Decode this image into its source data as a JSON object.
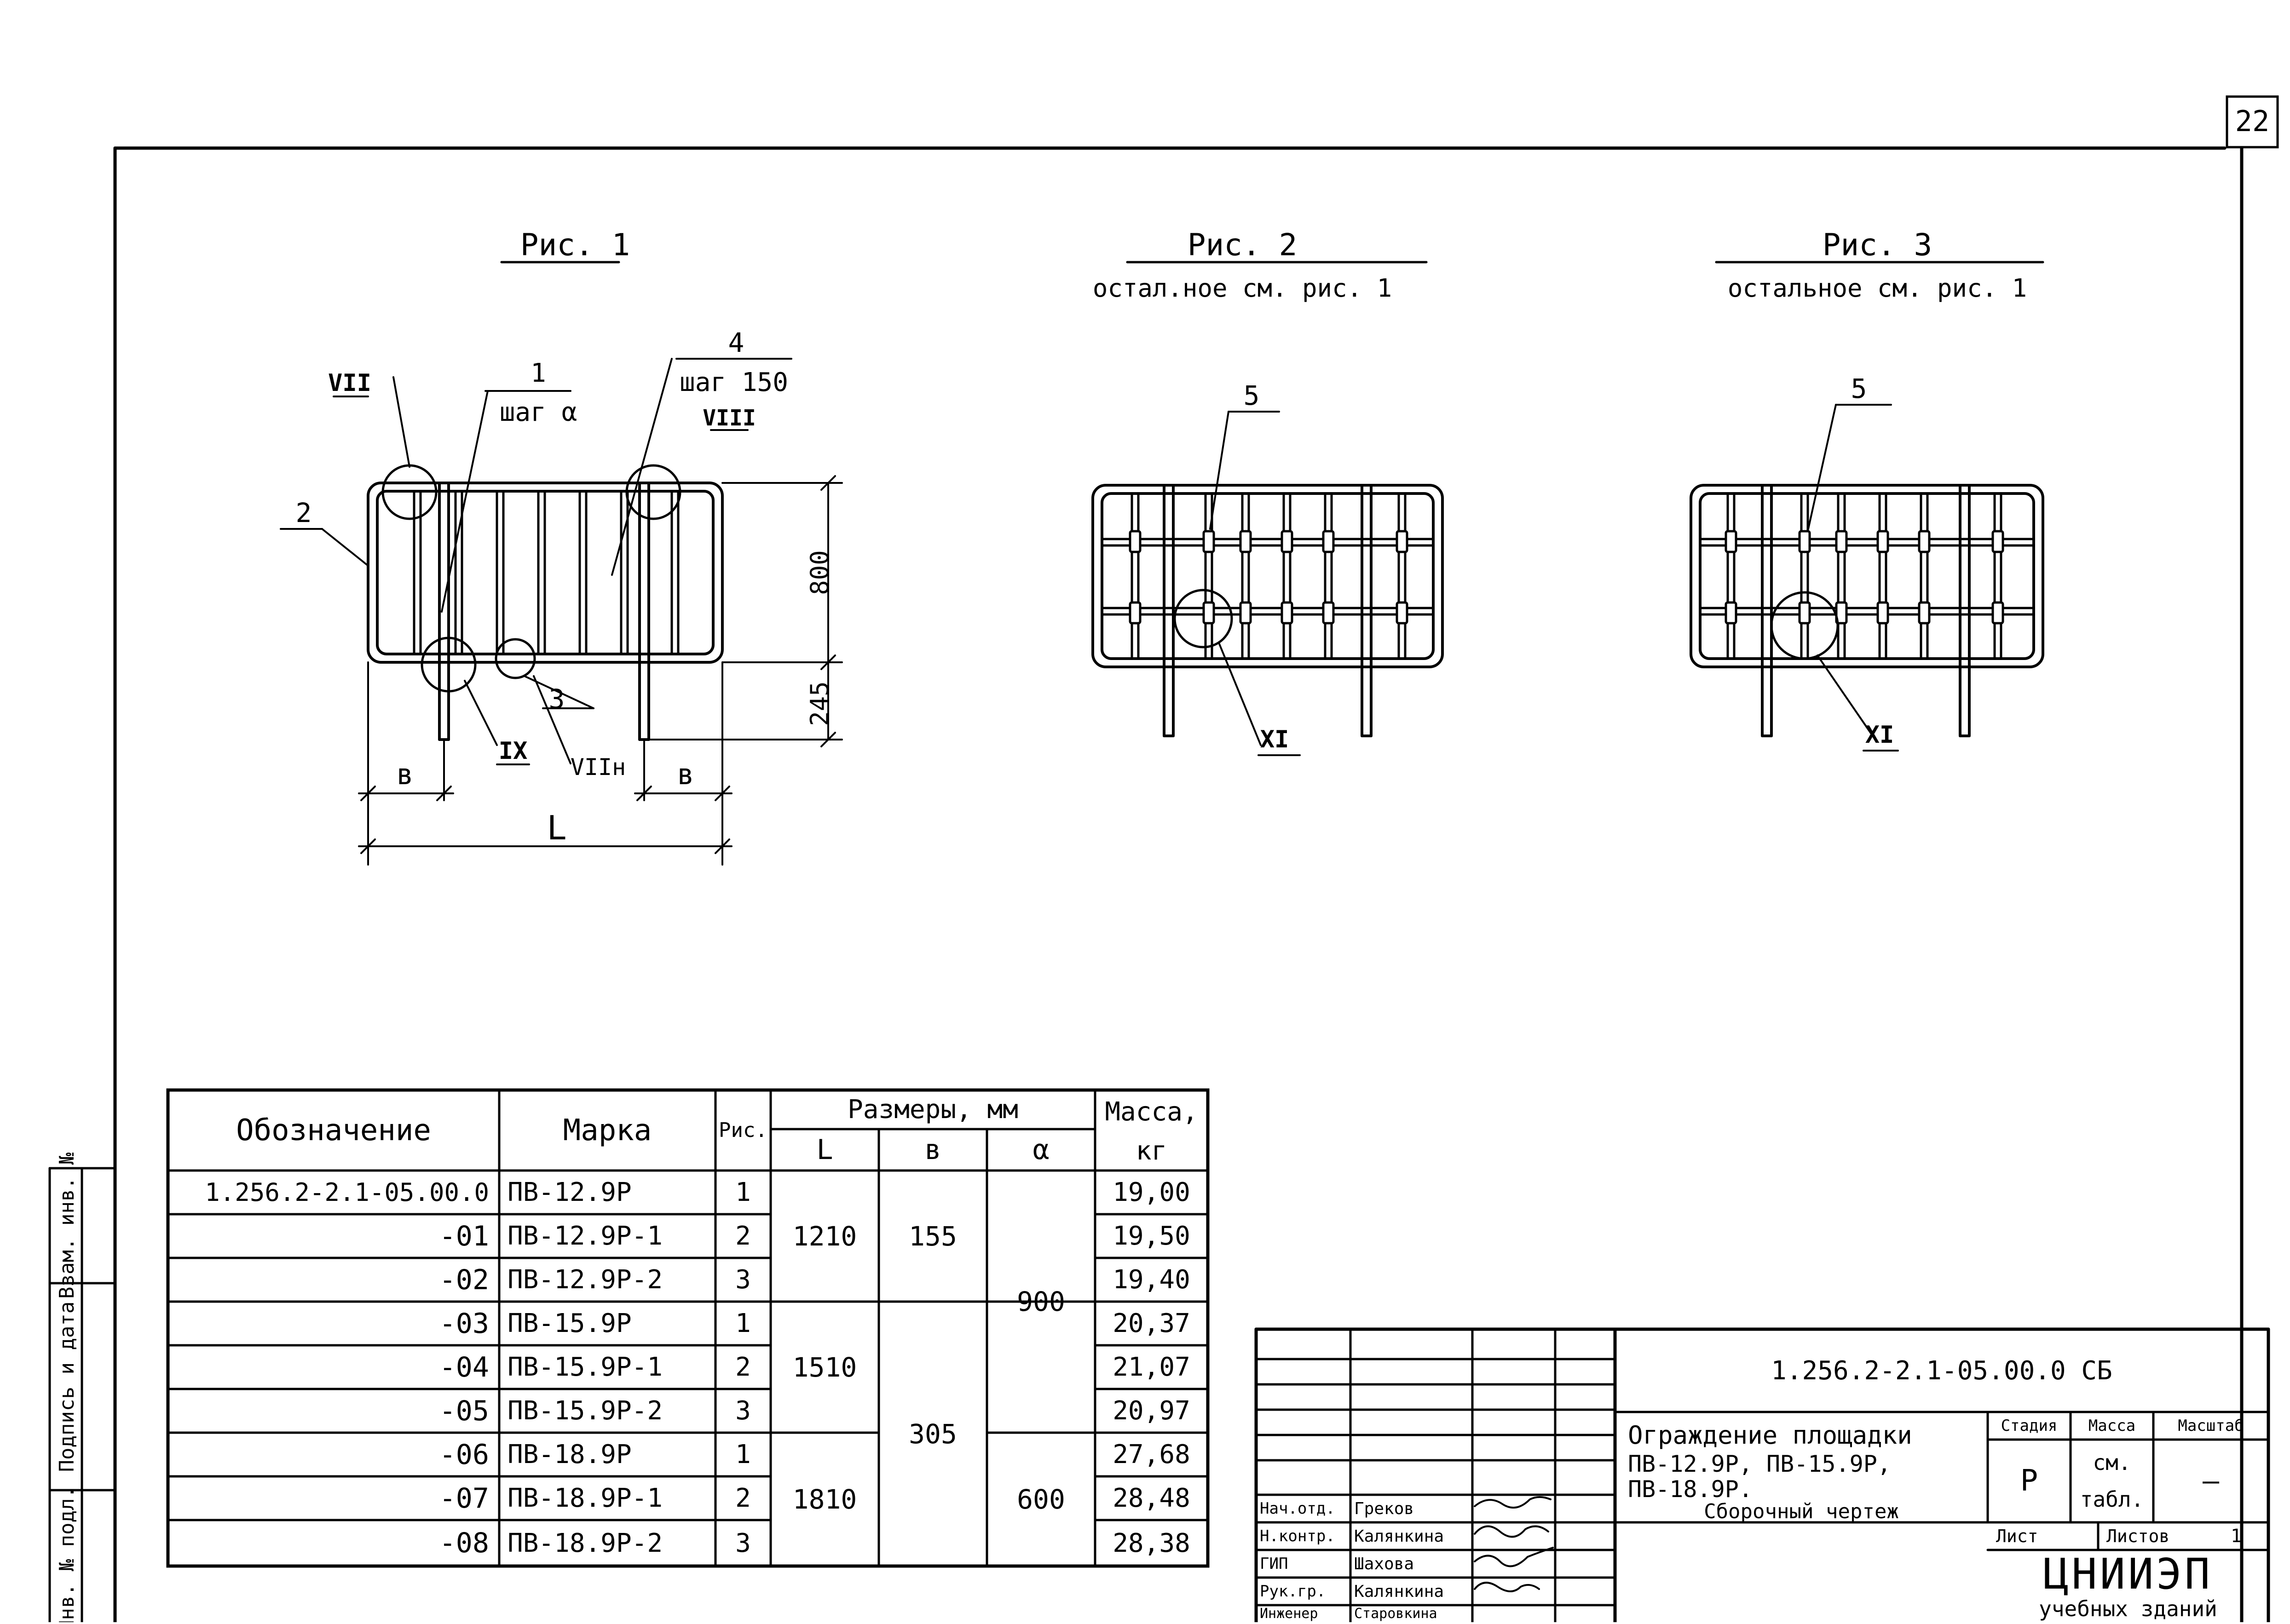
{
  "sheet_number": "22",
  "figures": {
    "fig1": {
      "title": "Рис. 1",
      "callouts": {
        "c1": "1",
        "c1_sub": "шаг α",
        "c2": "2",
        "c3": "3",
        "c4": "4",
        "c4_sub": "шаг 150",
        "vii": "VII",
        "viii": "VIII",
        "ix": "IX",
        "viih": "VIIн"
      },
      "dims": {
        "d800": "800",
        "d245": "245",
        "b_left": "в",
        "b_right": "в",
        "L": "L"
      }
    },
    "fig2": {
      "title": "Рис. 2",
      "subtitle": "остал.ное см. рис. 1",
      "callout5": "5",
      "callout_xi": "XI"
    },
    "fig3": {
      "title": "Рис. 3",
      "subtitle": "остальное см. рис. 1",
      "callout5": "5",
      "callout_xi": "XI"
    }
  },
  "spec_table": {
    "headers": {
      "designation": "Обозначение",
      "mark": "Марка",
      "fig": "Рис.",
      "sizes": "Размеры, мм",
      "L": "L",
      "b": "в",
      "a": "α",
      "mass": "Масса,",
      "mass_unit": "кг"
    },
    "rows": [
      {
        "designation": "1.256.2-2.1-05.00.0",
        "mark": "ПВ-12.9Р",
        "fig": "1",
        "mass": "19,00"
      },
      {
        "designation": "-01",
        "mark": "ПВ-12.9Р-1",
        "fig": "2",
        "mass": "19,50"
      },
      {
        "designation": "-02",
        "mark": "ПВ-12.9Р-2",
        "fig": "3",
        "mass": "19,40"
      },
      {
        "designation": "-03",
        "mark": "ПВ-15.9Р",
        "fig": "1",
        "mass": "20,37"
      },
      {
        "designation": "-04",
        "mark": "ПВ-15.9Р-1",
        "fig": "2",
        "mass": "21,07"
      },
      {
        "designation": "-05",
        "mark": "ПВ-15.9Р-2",
        "fig": "3",
        "mass": "20,97"
      },
      {
        "designation": "-06",
        "mark": "ПВ-18.9Р",
        "fig": "1",
        "mass": "27,68"
      },
      {
        "designation": "-07",
        "mark": "ПВ-18.9Р-1",
        "fig": "2",
        "mass": "28,48"
      },
      {
        "designation": "-08",
        "mark": "ПВ-18.9Р-2",
        "fig": "3",
        "mass": "28,38"
      }
    ],
    "merged": {
      "L_1": "1210",
      "L_2": "1510",
      "L_3": "1810",
      "b_1": "155",
      "b_2": "305",
      "a_1": "900",
      "a_2": "600"
    }
  },
  "side_stamp": {
    "a": "Инв. № подл.",
    "b": "Подпись и дата",
    "c": "Взам. инв. №"
  },
  "title_block": {
    "code": "1.256.2-2.1-05.00.0 СБ",
    "title_line1": "Ограждение площадки",
    "title_line2": "ПВ-12.9Р,  ПВ-15.9Р,",
    "title_line3": "ПВ-18.9Р.",
    "title_line4": "Сборочный чертеж",
    "stage_label": "Стадия",
    "mass_label": "Масса",
    "scale_label": "Масштаб",
    "stage_value": "Р",
    "mass_value_1": "см.",
    "mass_value_2": "табл.",
    "scale_value": "—",
    "sheet_label": "Лист",
    "sheets_label": "Листов",
    "sheets_value": "1",
    "org_line1": "ЦНИИЭП",
    "org_line2": "учебных зданий",
    "people": [
      {
        "role": "Нач.отд.",
        "name": "Греков"
      },
      {
        "role": "Н.контр.",
        "name": "Калянкина"
      },
      {
        "role": "ГИП",
        "name": "Шахова"
      },
      {
        "role": "Рук.гр.",
        "name": "Калянкина"
      },
      {
        "role": "Инженер",
        "name": "Старовкина"
      }
    ]
  }
}
